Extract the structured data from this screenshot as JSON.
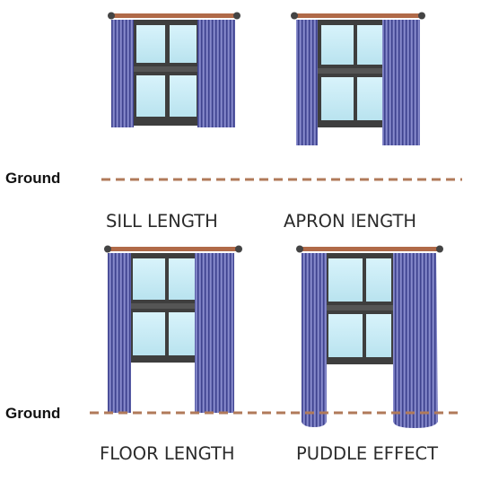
{
  "labels": {
    "ground": "Ground",
    "sill": "SILL LENGTH",
    "apron": "APRON lENGTH",
    "floor": "FLOOR LENGTH",
    "puddle": "PUDDLE EFFECT"
  },
  "colors": {
    "curtain": "#6b6fb8",
    "curtain_stripe": "#3f438e",
    "curtain_light": "#9a9dd6",
    "glass": "#cfeef7",
    "glass_dark": "#a9dbe9",
    "frame": "#3e3e3e",
    "rod": "#b06a48",
    "ground_line": "#b07a5a",
    "text": "#2b2b2b"
  },
  "icons": [
    "curtain-rod-icon",
    "window-icon",
    "curtain-panel-icon"
  ]
}
